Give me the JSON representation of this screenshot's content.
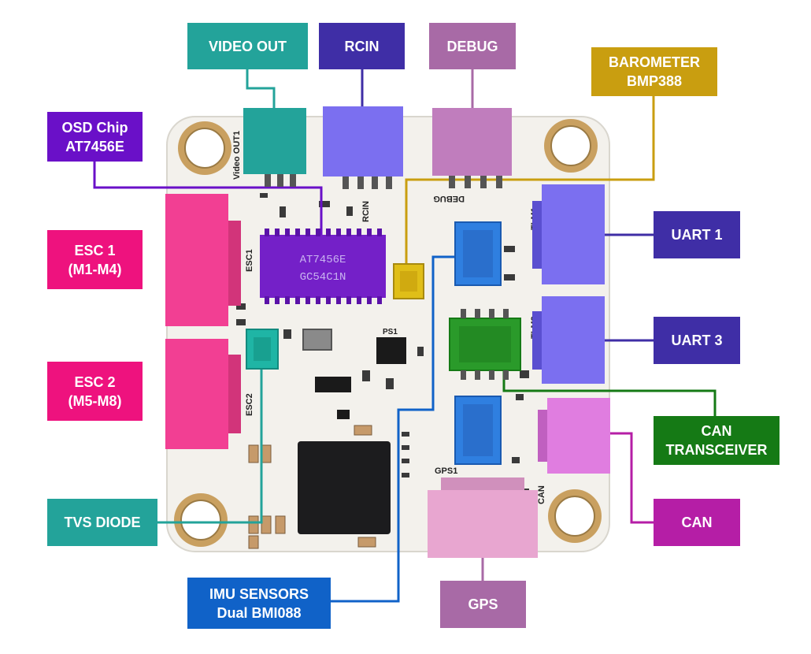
{
  "board": {
    "chip_osd_text": [
      "AT7456E",
      "GC54C1N"
    ],
    "silkscreen": {
      "video_out": "Video OUT1",
      "rcin": "RCIN",
      "debug": "DEBUG",
      "esc1": "ESC1",
      "esc2": "ESC2",
      "tlm1": "TLM1",
      "tlm3": "TLM3",
      "gps1": "GPS1",
      "can": "CAN",
      "ps1": "PS1"
    }
  },
  "callouts": {
    "video_out": {
      "lines": [
        "VIDEO OUT"
      ],
      "color": "#23a39a"
    },
    "rcin": {
      "lines": [
        "RCIN"
      ],
      "color": "#3f2ea6"
    },
    "debug": {
      "lines": [
        "DEBUG"
      ],
      "color": "#a86aa6"
    },
    "barometer": {
      "lines": [
        "BAROMETER",
        "BMP388"
      ],
      "color": "#c99e10"
    },
    "osd_chip": {
      "lines": [
        "OSD Chip",
        "AT7456E"
      ],
      "color": "#6a10c8"
    },
    "esc1": {
      "lines": [
        "ESC 1",
        "(M1-M4)"
      ],
      "color": "#ee127e"
    },
    "esc2": {
      "lines": [
        "ESC 2",
        "(M5-M8)"
      ],
      "color": "#ee127e"
    },
    "uart1": {
      "lines": [
        "UART 1"
      ],
      "color": "#3f2ea6"
    },
    "uart3": {
      "lines": [
        "UART 3"
      ],
      "color": "#3f2ea6"
    },
    "can_transceiver": {
      "lines": [
        "CAN",
        "TRANSCEIVER"
      ],
      "color": "#157a15"
    },
    "can": {
      "lines": [
        "CAN"
      ],
      "color": "#b51ea6"
    },
    "tvs_diode": {
      "lines": [
        "TVS DIODE"
      ],
      "color": "#23a39a"
    },
    "imu_sensors": {
      "lines": [
        "IMU SENSORS",
        "Dual BMI088"
      ],
      "color": "#1062c8"
    },
    "gps": {
      "lines": [
        "GPS"
      ],
      "color": "#a86aa6"
    }
  }
}
